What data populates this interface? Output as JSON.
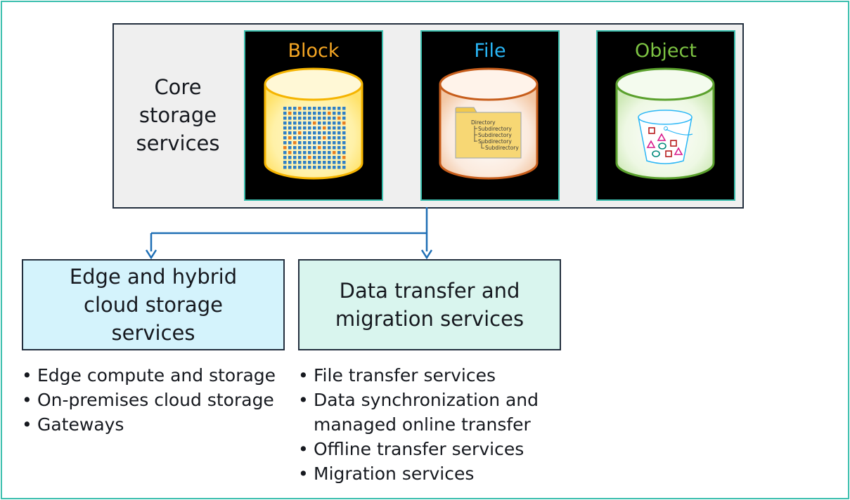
{
  "core": {
    "label": "Core\nstorage\nservices",
    "services": [
      {
        "title": "Block",
        "color": "#f5a623"
      },
      {
        "title": "File",
        "color": "#29b6f6",
        "tree": [
          "Directory",
          "Subdirectory",
          "Subdirectory",
          "Subdirectory",
          "Subdirectory"
        ]
      },
      {
        "title": "Object",
        "color": "#7cc242"
      }
    ]
  },
  "categories": [
    {
      "title": "Edge and hybrid cloud storage services",
      "fill": "#d4f3fc",
      "items": [
        "Edge compute and storage",
        "On-premises cloud storage",
        "Gateways"
      ]
    },
    {
      "title": "Data transfer and migration services",
      "fill": "#d9f5ee",
      "items": [
        "File transfer services",
        "Data synchronization and managed online transfer",
        "Offline transfer services",
        "Migration services"
      ]
    }
  ],
  "colors": {
    "frame": "#3cbfae",
    "connector": "#1f6fb5",
    "block_cylinder": "#f5b400",
    "file_cylinder": "#c75d1b",
    "object_cylinder": "#5aa02c"
  }
}
